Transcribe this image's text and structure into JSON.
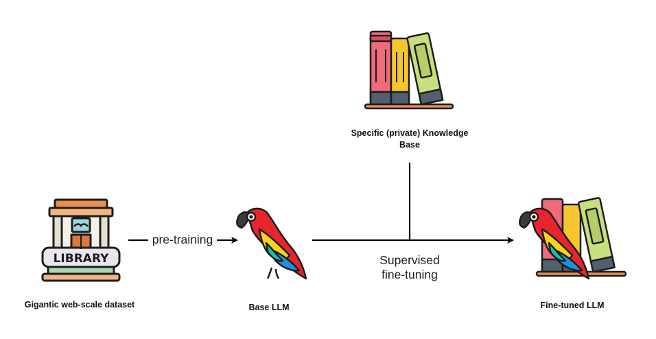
{
  "nodes": {
    "dataset": {
      "label": "Gigantic web-scale dataset",
      "icon": "library-icon",
      "sign_text": "LIBRARY"
    },
    "base": {
      "label": "Base LLM",
      "icon": "parrot-icon"
    },
    "knowledge": {
      "label_line1": "Specific (private) Knowledge",
      "label_line2": "Base",
      "icon": "books-icon"
    },
    "finetuned": {
      "label": "Fine-tuned LLM",
      "icon": "parrot-with-books-icon"
    }
  },
  "edges": {
    "pretraining": {
      "label": "pre-training"
    },
    "finetuning": {
      "label_line1": "Supervised",
      "label_line2": "fine-tuning"
    }
  },
  "colors": {
    "line": "#000000",
    "book_red": "#ee6b7a",
    "book_yellow": "#f6c62c",
    "book_green": "#c8df80",
    "book_band": "#515f6e",
    "shelf": "#e88e4d",
    "parrot_red": "#e8242d",
    "parrot_yellow": "#f7d415",
    "parrot_blue": "#1c8fe0",
    "parrot_teal": "#18bfb2"
  }
}
